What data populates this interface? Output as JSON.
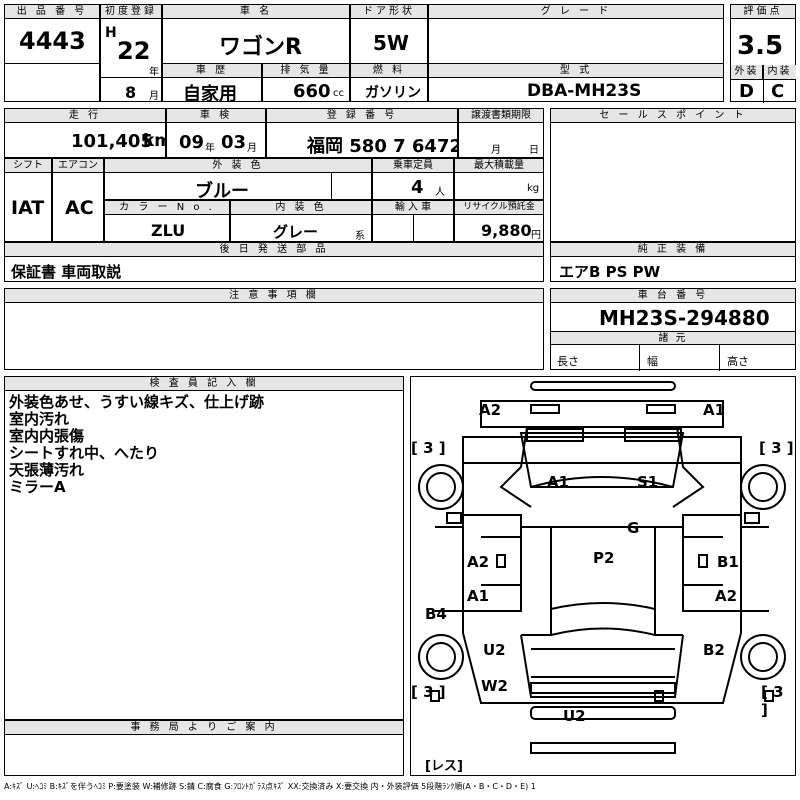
{
  "top": {
    "lot_no_label": "出 品 番 号",
    "lot_no": "4443",
    "first_reg_label": "初度登録",
    "era": "H",
    "year": "22",
    "year_unit": "年",
    "month": "8",
    "month_unit": "月",
    "car_name_label": "車 名",
    "car_name": "ワゴンR",
    "door_label": "ドア形状",
    "door": "5W",
    "grade_label": "グ レ ー ド",
    "grade": "",
    "score_label": "評価点",
    "score": "3.5",
    "history_label": "車 歴",
    "history": "自家用",
    "displacement_label": "排 気 量",
    "displacement": "660",
    "displacement_unit": "cc",
    "fuel_label": "燃 料",
    "fuel": "ガソリン",
    "model_label": "型 式",
    "model": "DBA-MH23S",
    "ext_label": "外装",
    "ext": "D",
    "int_label": "内装",
    "int": "C"
  },
  "row2": {
    "mileage_label": "走 行",
    "mileage": "101,405",
    "mileage_unit": "km",
    "inspection_label": "車 検",
    "insp_year": "09",
    "insp_year_unit": "年",
    "insp_month": "03",
    "insp_month_unit": "月",
    "regno_label": "登 録 番 号",
    "regno": "福岡 580 7 6472",
    "transfer_label": "譲渡書類期限",
    "transfer_month_unit": "月",
    "transfer_day_unit": "日",
    "sales_label": "セ ー ル ス ポ イ ン ト",
    "shift_label": "シフト",
    "shift": "IAT",
    "ac_label": "エアコン",
    "ac": "AC",
    "color_label": "外 装 色",
    "color": "ブルー",
    "capacity_label": "乗車定員",
    "capacity": "4",
    "capacity_unit": "人",
    "load_label": "最大積載量",
    "load_unit": "kg",
    "colorno_label": "カ ラ ー N o .",
    "colorno": "ZLU",
    "intcolor_label": "内 装 色",
    "intcolor": "グレー",
    "intcolor_unit": "系",
    "import_label": "輸 入 車",
    "recycle_label": "リサイクル預託金",
    "recycle": "9,880",
    "recycle_unit": "円"
  },
  "later": {
    "label": "後 日 発 送 部 品",
    "value": "保証書 車両取説"
  },
  "equip": {
    "label": "純 正 装 備",
    "value": "エアB PS PW"
  },
  "notes": {
    "label": "注 意 事 項 欄"
  },
  "chassis": {
    "label": "車 台 番 号",
    "value": "MH23S-294880",
    "dim_label": "諸 元",
    "len": "長さ",
    "wid": "幅",
    "hei": "高さ"
  },
  "inspector": {
    "label": "検 査 員 記 入 欄",
    "lines": [
      "外装色あせ、うすい線キズ、仕上げ跡",
      "室内汚れ",
      "室内内張傷",
      "シートすれ中、へたり",
      "天張薄汚れ",
      "ミラーA"
    ]
  },
  "office": {
    "label": "事 務 局 よ り ご 案 内"
  },
  "diagram": {
    "marks": [
      "A2",
      "A1",
      "A1",
      "S1",
      "G",
      "A2",
      "P2",
      "B1",
      "A1",
      "A2",
      "B4",
      "U2",
      "B2",
      "W2",
      "U2"
    ],
    "brackets": [
      "[ 3 ]",
      "[ 3 ]",
      "[ 3 ]",
      "[ 3 ]"
    ],
    "less": "[レス]"
  },
  "legend": "A:ｷｽﾞ U:ﾍｺﾐ B:ｷｽﾞを伴うﾍｺﾐ P:要塗装 W:補修跡 S:錆 C:腐食 G:ﾌﾛﾝﾄｶﾞﾗｽ点ｷｽﾞ XX:交換済み X:要交換  内・外装評価  5段階ﾗﾝｸ順(A・B・C・D・E) 1"
}
